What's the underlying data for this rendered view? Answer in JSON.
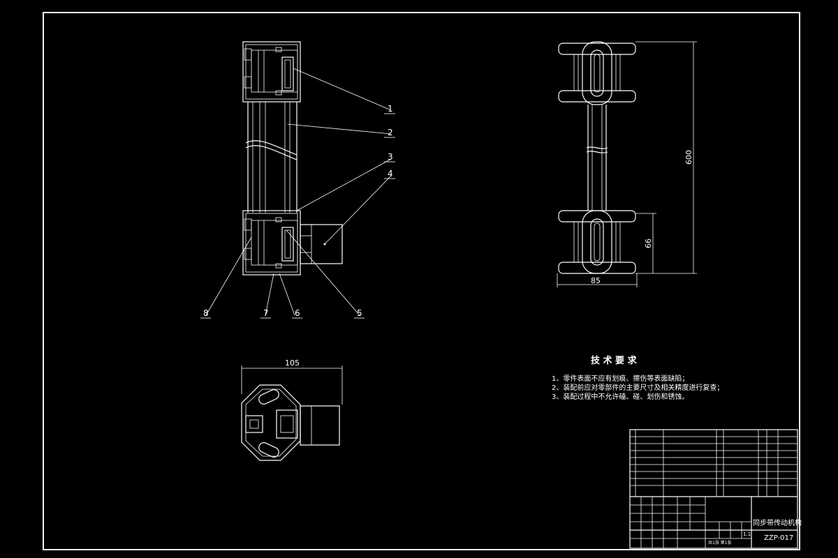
{
  "tech_requirements": {
    "title": "技 术 要 求",
    "items": [
      "1、零件表面不应有划痕、擦伤等表面缺陷；",
      "2、装配前应对零部件的主要尺寸及相关精度进行复查；",
      "3、装配过程中不允许磕、碰、划伤和锈蚀。"
    ]
  },
  "balloons": [
    "1",
    "2",
    "3",
    "4",
    "5",
    "6",
    "7",
    "8"
  ],
  "dimensions": {
    "height_total": "600",
    "height_lower": "66",
    "width_side": "85",
    "width_top": "105"
  },
  "title_block": {
    "drawing_title": "同步带传动机构",
    "drawing_number": "ZZP-017",
    "scale": "1:1",
    "sheet": "共1张 第1张"
  }
}
